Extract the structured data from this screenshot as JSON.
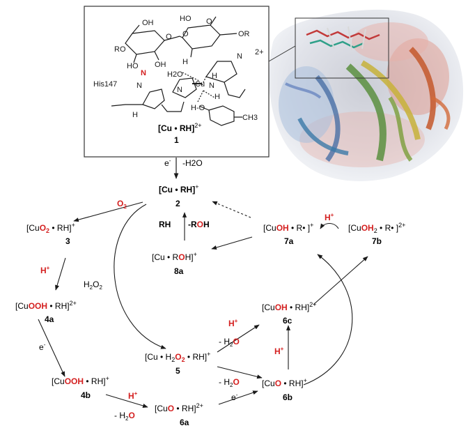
{
  "colors": {
    "red": "#d42020",
    "text": "#1a1a1a",
    "box": "#333333"
  },
  "figure": {
    "box": {
      "his_label": "His147",
      "atoms": [
        "RO",
        "OH",
        "HO",
        "O",
        "O",
        "O",
        "OH",
        "OR",
        "HO",
        "H",
        "2+",
        "N",
        "N",
        "H",
        "H2O",
        "Cu",
        "N",
        "H",
        "N",
        "H",
        "H-O",
        "N",
        "CH3",
        "H"
      ],
      "complex": {
        "pre": "[Cu • RH]",
        "sup": "2+"
      },
      "number": "1"
    },
    "entry": {
      "electron": "e",
      "electron_sup": "-",
      "water": "-H2O"
    },
    "species": [
      {
        "id": "s2",
        "parts": [
          [
            "[Cu • RH]",
            "b"
          ]
        ],
        "sup": "+",
        "number": "2"
      },
      {
        "id": "s3",
        "parts": [
          [
            "[Cu",
            ""
          ],
          [
            "O",
            "r"
          ],
          [
            "2",
            "rs"
          ],
          [
            " • RH]",
            ""
          ]
        ],
        "sup": "+",
        "number": "3"
      },
      {
        "id": "s4a",
        "parts": [
          [
            "[Cu",
            ""
          ],
          [
            "OOH",
            "r"
          ],
          [
            " • RH]",
            ""
          ]
        ],
        "sup": "2+",
        "number": "4a"
      },
      {
        "id": "s4b",
        "parts": [
          [
            "[Cu",
            ""
          ],
          [
            "OOH",
            "r"
          ],
          [
            " • RH]",
            ""
          ]
        ],
        "sup": "+",
        "number": "4b"
      },
      {
        "id": "s5",
        "parts": [
          [
            "[Cu • H",
            ""
          ],
          [
            "2",
            "s"
          ],
          [
            "O",
            "r"
          ],
          [
            "2",
            "rs"
          ],
          [
            " • RH]",
            ""
          ]
        ],
        "sup": "+",
        "number": "5"
      },
      {
        "id": "s6a",
        "parts": [
          [
            "[Cu",
            ""
          ],
          [
            "O",
            "r"
          ],
          [
            " • RH]",
            ""
          ]
        ],
        "sup": "2+",
        "number": "6a"
      },
      {
        "id": "s6b",
        "parts": [
          [
            "[Cu",
            ""
          ],
          [
            "O",
            "r"
          ],
          [
            " • RH]",
            ""
          ]
        ],
        "sup": "+",
        "number": "6b"
      },
      {
        "id": "s6c",
        "parts": [
          [
            "[Cu",
            ""
          ],
          [
            "OH",
            "r"
          ],
          [
            " • RH]",
            ""
          ]
        ],
        "sup": "2+",
        "number": "6c"
      },
      {
        "id": "s7a",
        "parts": [
          [
            "[Cu",
            ""
          ],
          [
            "OH",
            "r"
          ],
          [
            " • R• ]",
            ""
          ]
        ],
        "sup": "+",
        "number": "7a"
      },
      {
        "id": "s7b",
        "parts": [
          [
            "[Cu",
            ""
          ],
          [
            "OH",
            "r"
          ],
          [
            "2",
            "s"
          ],
          [
            " • R• ]",
            ""
          ]
        ],
        "sup": "2+",
        "number": "7b"
      },
      {
        "id": "s8a",
        "parts": [
          [
            "[Cu • R",
            ""
          ],
          [
            "O",
            "r"
          ],
          [
            "H]",
            ""
          ]
        ],
        "sup": "+",
        "number": "8a"
      }
    ],
    "reagents": {
      "o2": "O2",
      "h2o2_black": "H2O2",
      "rh": "RH",
      "roh": "-ROH",
      "h_plus_3": "H+",
      "e_4a": "e-",
      "h_plus_4b": "H+",
      "water_4b": "- H2O",
      "h_plus_5": "H+",
      "water_5": "- H2O",
      "water_5b": "- H2O",
      "e_6a": "e-",
      "h_plus_6b": "H+",
      "h_plus_7": "H+"
    }
  }
}
